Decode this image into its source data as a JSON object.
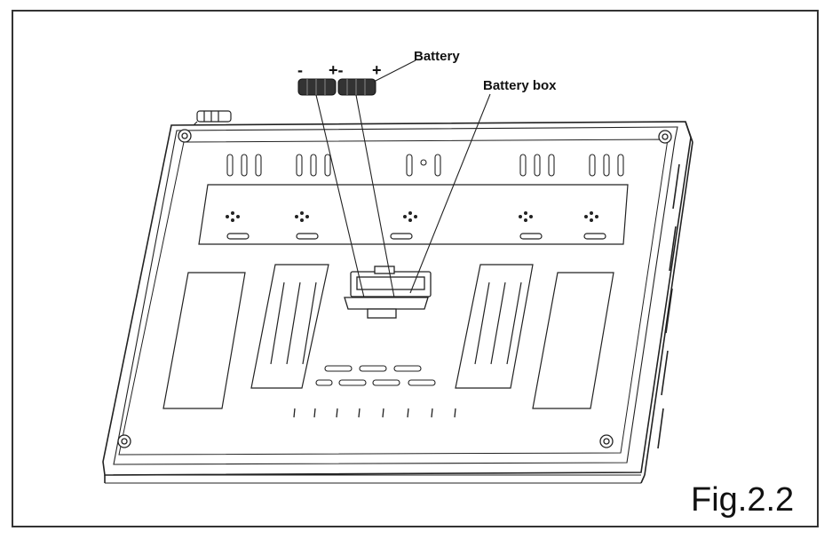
{
  "labels": {
    "battery": "Battery",
    "battery_box": "Battery box",
    "minus_1": "-",
    "plus_1": "+-",
    "plus_2": "+"
  },
  "figure_caption": "Fig.2.2",
  "colors": {
    "line": "#222222",
    "border": "#333333",
    "battery_fill": "#333333"
  }
}
